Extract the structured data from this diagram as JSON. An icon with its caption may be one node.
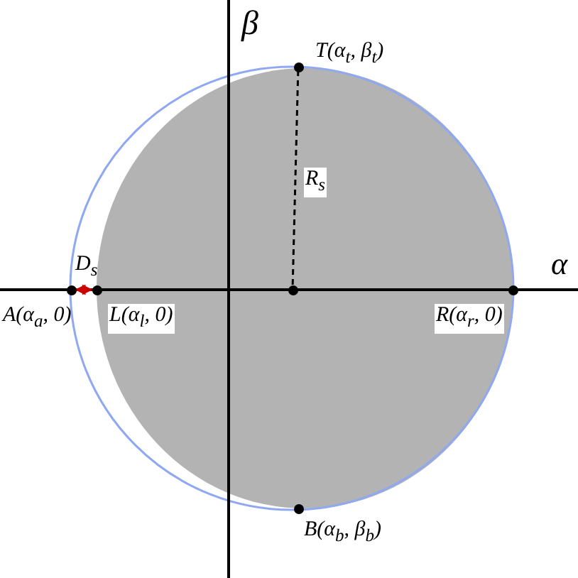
{
  "diagram": {
    "nodes": [
      {
        "text": [
          "T(α$_{t}$, β$_{t}$)"
        ]
      },
      {
        "text": [
          "A(α$_{a}$, 0)"
        ]
      },
      {
        "text": [
          "L(α$_{l}$, 0)"
        ]
      },
      {
        "text": [],
        "shape": "circle"
      },
      {
        "text": [
          "R(α$_{r}$, 0)"
        ]
      },
      {
        "text": [
          "B(α$_{b}$, β$_{b}$)"
        ]
      }
    ],
    "edges": [
      {
        "from": 3,
        "to": 0,
        "arrow": "none",
        "style": "dashed",
        "label": "R$_{s}$"
      },
      {
        "from": 1,
        "to": 2,
        "arrow": "both",
        "label": "D$_{s}$",
        "color": "#cc0000"
      }
    ],
    "labels": [
      "β",
      "α"
    ]
  }
}
